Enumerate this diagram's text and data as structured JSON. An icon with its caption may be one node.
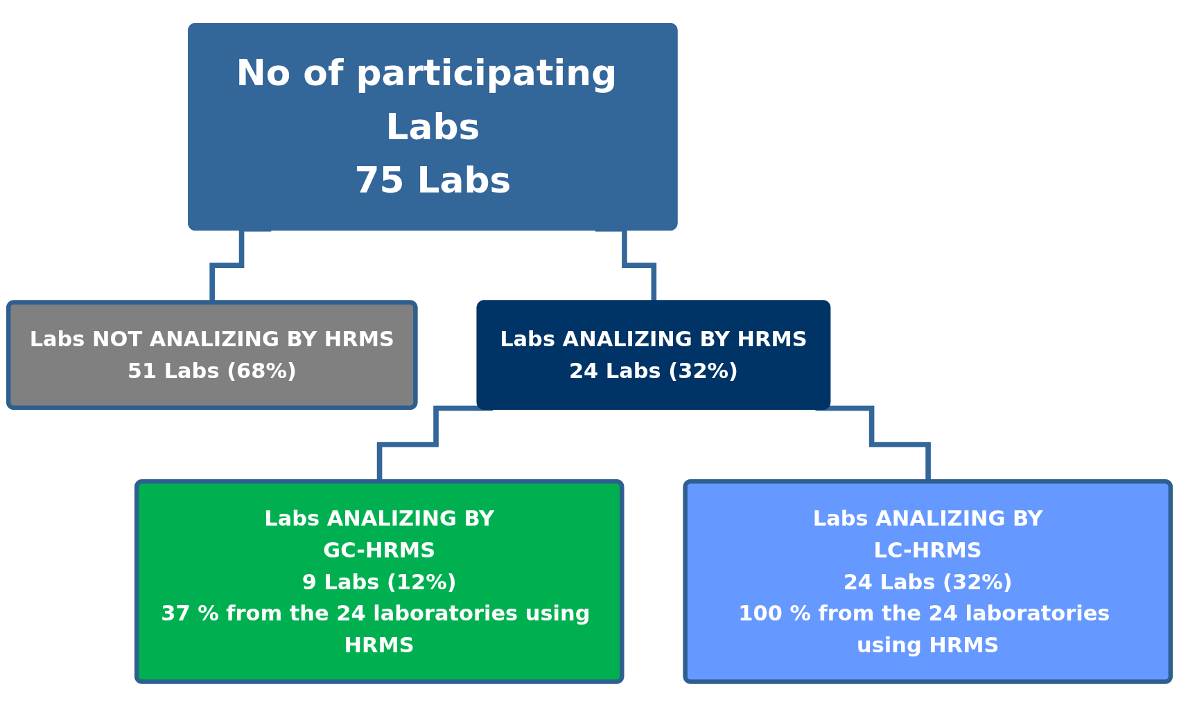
{
  "diagram": {
    "nodes": [
      {
        "text": [
          "No of participating Labs",
          "75 Labs"
        ]
      },
      {
        "text": [
          "Labs NOT ANALIZING BY HRMS",
          "51 Labs (68%)"
        ]
      },
      {
        "text": [
          "Labs ANALIZING BY HRMS",
          "24 Labs (32%)"
        ]
      },
      {
        "text": [
          "Labs ANALIZING BY",
          "GC-HRMS",
          "9 Labs (12%)",
          "37 % from the 24 laboratories using HRMS"
        ]
      },
      {
        "text": [
          "Labs ANALIZING BY",
          "LC-HRMS",
          "24 Labs (32%)",
          "100 % from the 24 laboratories using HRMS"
        ]
      }
    ],
    "edges": [
      {
        "from": 0,
        "to": 1,
        "arrow": "none"
      },
      {
        "from": 0,
        "to": 2,
        "arrow": "none"
      },
      {
        "from": 2,
        "to": 3,
        "arrow": "none"
      },
      {
        "from": 2,
        "to": 4,
        "arrow": "none"
      }
    ]
  }
}
